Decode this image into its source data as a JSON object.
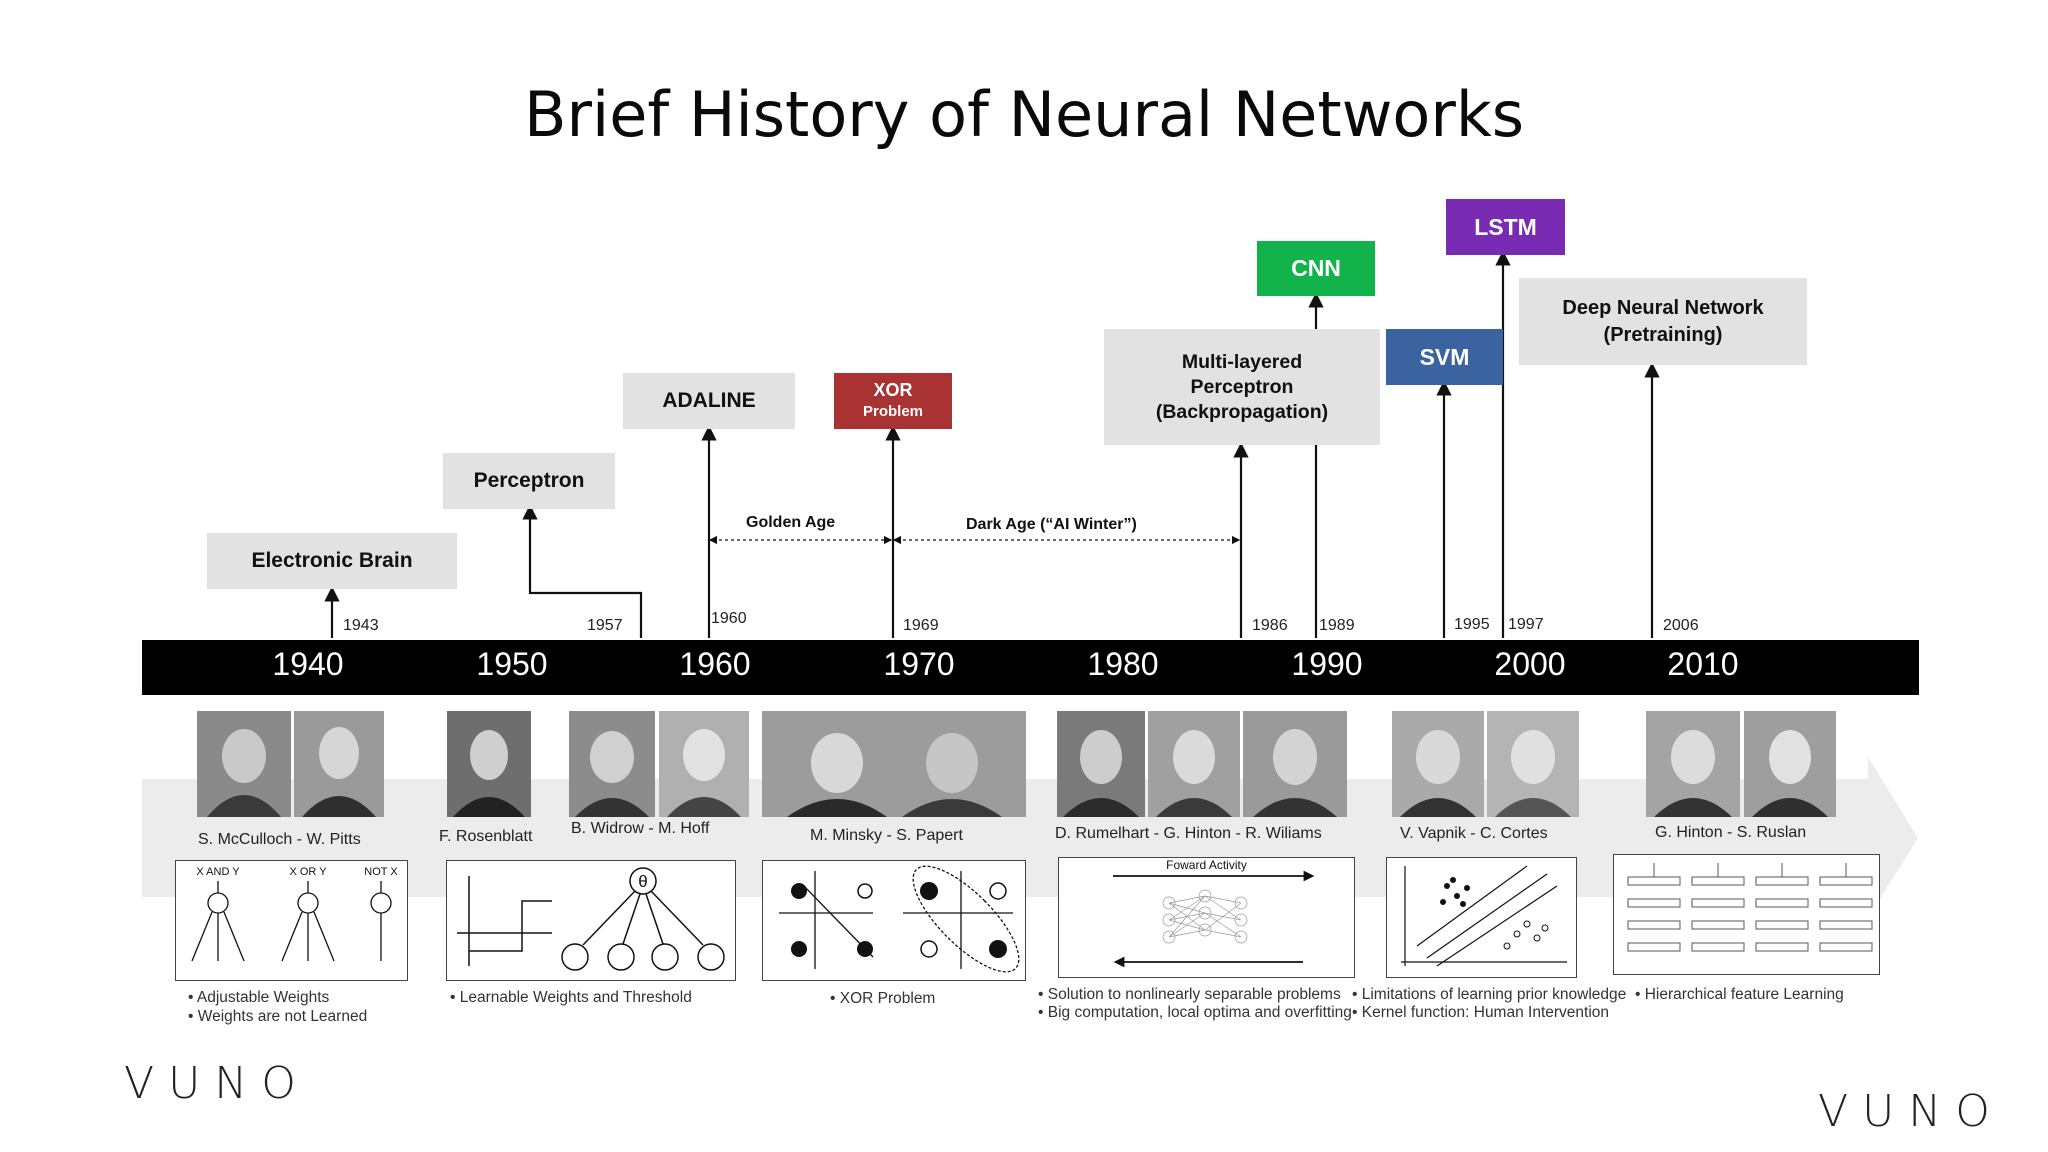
{
  "title": "Brief History of Neural Networks",
  "milestones": {
    "electronic_brain": "Electronic Brain",
    "perceptron": "Perceptron",
    "adaline": "ADALINE",
    "xor_line1": "XOR",
    "xor_line2": "Problem",
    "mlp_line1": "Multi-layered",
    "mlp_line2": "Perceptron",
    "mlp_line3": "(Backpropagation)",
    "cnn": "CNN",
    "svm": "SVM",
    "lstm": "LSTM",
    "dnn_line1": "Deep Neural Network",
    "dnn_line2": "(Pretraining)"
  },
  "colors": {
    "xor": "#a93232",
    "cnn": "#13b34b",
    "svm": "#3a63a0",
    "lstm": "#7a2bb3",
    "box": "#e2e2e2"
  },
  "years": {
    "y1943": "1943",
    "y1957": "1957",
    "y1960": "1960",
    "y1969": "1969",
    "y1986": "1986",
    "y1989": "1989",
    "y1995": "1995",
    "y1997": "1997",
    "y2006": "2006"
  },
  "decades": [
    "1940",
    "1950",
    "1960",
    "1970",
    "1980",
    "1990",
    "2000",
    "2010"
  ],
  "eras": {
    "golden": "Golden Age",
    "dark": "Dark Age (“AI Winter”)"
  },
  "people": {
    "mcculloch_pitts": "S. McCulloch - W. Pitts",
    "rosenblatt": "F. Rosenblatt",
    "widrow_hoff": "B. Widrow - M. Hoff",
    "minsky_papert": "M. Minsky - S. Papert",
    "rumelhart_hinton": "D. Rumelhart  - G. Hinton  - R. Wiliams",
    "vapnik_cortes": "V. Vapnik - C. Cortes",
    "hinton_ruslan": "G. Hinton  - S. Ruslan"
  },
  "panels": {
    "logic_and": "X AND Y",
    "logic_or": "X OR Y",
    "logic_not": "NOT X",
    "forward_activity": "Foward Activity",
    "theta": "θ"
  },
  "notes": {
    "n1a": "Adjustable  Weights",
    "n1b": "Weights are not Learned",
    "n2": "Learnable Weights  and Threshold",
    "n3": "XOR Problem",
    "n4a": "Solution to nonlinearly separable problems",
    "n4b": "Big computation, local optima and overfitting",
    "n5a": "Limitations of learning prior knowledge",
    "n5b": "Kernel function: Human Intervention",
    "n6": "Hierarchical feature Learning"
  },
  "brand": {
    "logo": "VUNO"
  }
}
